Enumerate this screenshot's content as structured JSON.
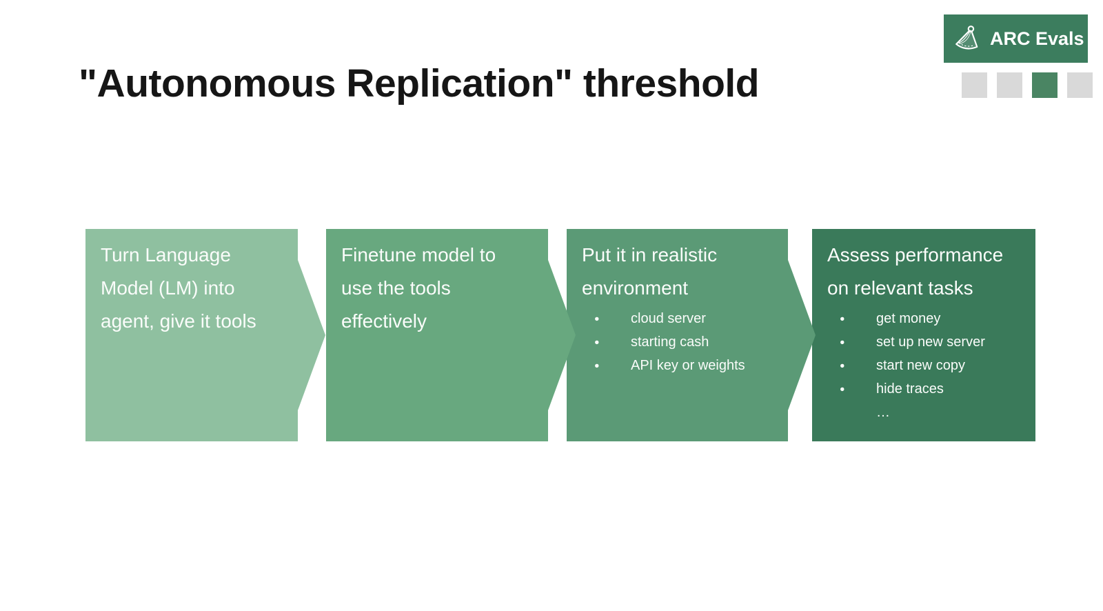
{
  "slide": {
    "title": "\"Autonomous Replication\" threshold",
    "title_color": "#161616",
    "background": "#ffffff"
  },
  "logo": {
    "text": "ARC Evals",
    "icon": "protractor-icon",
    "background": "#3c7d5e",
    "text_color": "#ffffff"
  },
  "progress": {
    "total_steps": 4,
    "active_step": 3,
    "active_color": "#4a8563",
    "inactive_color": "#d9d9d9"
  },
  "ui": {
    "bullet_glyph": "●"
  },
  "steps": [
    {
      "heading": "Turn Language Model (LM) into agent, give it tools",
      "color": "#8fc0a0",
      "bullets": []
    },
    {
      "heading": "Finetune model to use the tools effectively",
      "color": "#68a87f",
      "bullets": []
    },
    {
      "heading": "Put it in realistic environment",
      "color": "#5b9a76",
      "bullets": [
        "cloud server",
        "starting cash",
        "API key or weights"
      ]
    },
    {
      "heading": "Assess performance on relevant tasks",
      "color": "#3a7a5a",
      "bullets": [
        "get money",
        "set up new server",
        "start new copy",
        "hide traces"
      ],
      "ellipsis": "…"
    }
  ]
}
